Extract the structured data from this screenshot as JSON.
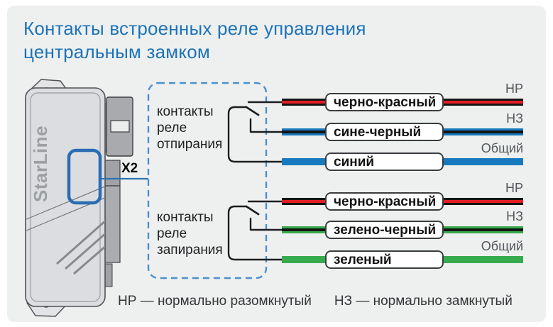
{
  "title": {
    "line1": "Контакты встроенных реле управления",
    "line2": "центральным замком"
  },
  "device": {
    "logo": "StarLine",
    "connector_label": "X2"
  },
  "relay_groups": [
    {
      "label": "контакты\nреле\nотпирания",
      "wires": [
        {
          "name": "черно-красный",
          "terminal": "НР"
        },
        {
          "name": "сине-черный",
          "terminal": "НЗ"
        },
        {
          "name": "синий",
          "terminal": "Общий"
        }
      ]
    },
    {
      "label": "контакты\nреле\nзапирания",
      "wires": [
        {
          "name": "черно-красный",
          "terminal": "НР"
        },
        {
          "name": "зелено-черный",
          "terminal": "НЗ"
        },
        {
          "name": "зеленый",
          "terminal": "Общий"
        }
      ]
    }
  ],
  "legend": {
    "item1": "НР — нормально разомкнутый",
    "item2": "НЗ — нормально замкнутый"
  },
  "colors": {
    "title_blue": "#1d73b8",
    "card_background": "#eef0f0",
    "dashed_outline_blue": "#4a90d2",
    "highlight_blue": "#2a6cb3",
    "wire_red": "#e21d23",
    "wire_blue": "#1779be",
    "wire_green": "#36ab4d",
    "wire_black": "#141414",
    "terminal_label_gray": "#54575b"
  }
}
